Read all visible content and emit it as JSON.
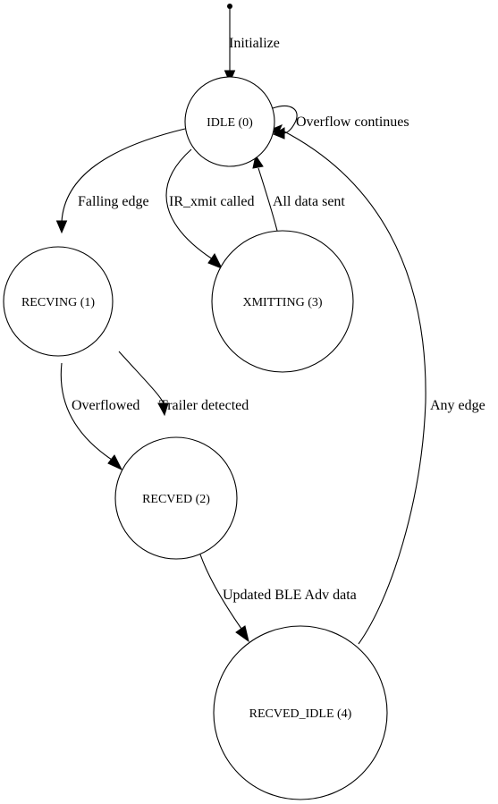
{
  "diagram": {
    "nodes": {
      "idle": "IDLE (0)",
      "recving": "RECVING (1)",
      "recved": "RECVED (2)",
      "xmitting": "XMITTING (3)",
      "recved_idle": "RECVED_IDLE (4)"
    },
    "edges": {
      "initialize": "Initialize",
      "overflow_continues": "Overflow continues",
      "falling_edge": "Falling edge",
      "ir_xmit_called": "IR_xmit called",
      "all_data_sent": "All data sent",
      "overflowed": "Overflowed",
      "trailer_detected": "Trailer detected",
      "updated_ble_adv_data": "Updated BLE Adv data",
      "any_edge": "Any edge"
    }
  }
}
